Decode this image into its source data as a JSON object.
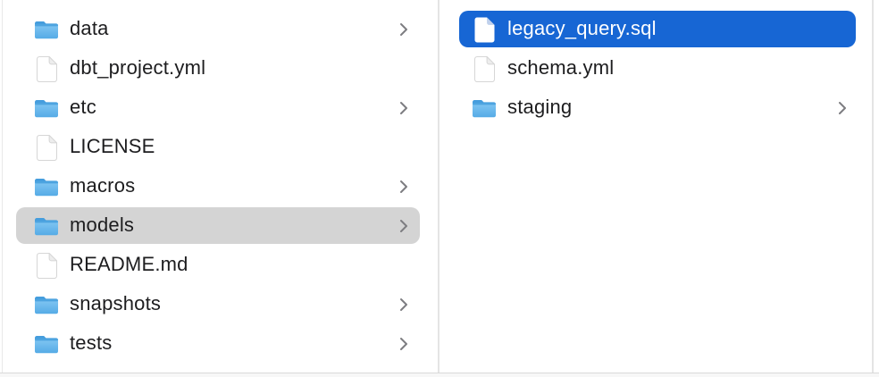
{
  "app": "finder-column-view",
  "colors": {
    "selection_active": "#1766d4",
    "selection_inactive": "#d4d4d4"
  },
  "columns": [
    {
      "name": "models-parent-directory",
      "items": [
        {
          "label": "data",
          "type": "folder",
          "has_chevron": true,
          "selected": false
        },
        {
          "label": "dbt_project.yml",
          "type": "file",
          "has_chevron": false,
          "selected": false
        },
        {
          "label": "etc",
          "type": "folder",
          "has_chevron": true,
          "selected": false
        },
        {
          "label": "LICENSE",
          "type": "file",
          "has_chevron": false,
          "selected": false
        },
        {
          "label": "macros",
          "type": "folder",
          "has_chevron": true,
          "selected": false
        },
        {
          "label": "models",
          "type": "folder",
          "has_chevron": true,
          "selected": true,
          "selection_style": "inactive"
        },
        {
          "label": "README.md",
          "type": "file",
          "has_chevron": false,
          "selected": false
        },
        {
          "label": "snapshots",
          "type": "folder",
          "has_chevron": true,
          "selected": false
        },
        {
          "label": "tests",
          "type": "folder",
          "has_chevron": true,
          "selected": false
        }
      ]
    },
    {
      "name": "models-directory-contents",
      "items": [
        {
          "label": "legacy_query.sql",
          "type": "file",
          "has_chevron": false,
          "selected": true,
          "selection_style": "active"
        },
        {
          "label": "schema.yml",
          "type": "file",
          "has_chevron": false,
          "selected": false
        },
        {
          "label": "staging",
          "type": "folder",
          "has_chevron": true,
          "selected": false
        }
      ]
    }
  ]
}
